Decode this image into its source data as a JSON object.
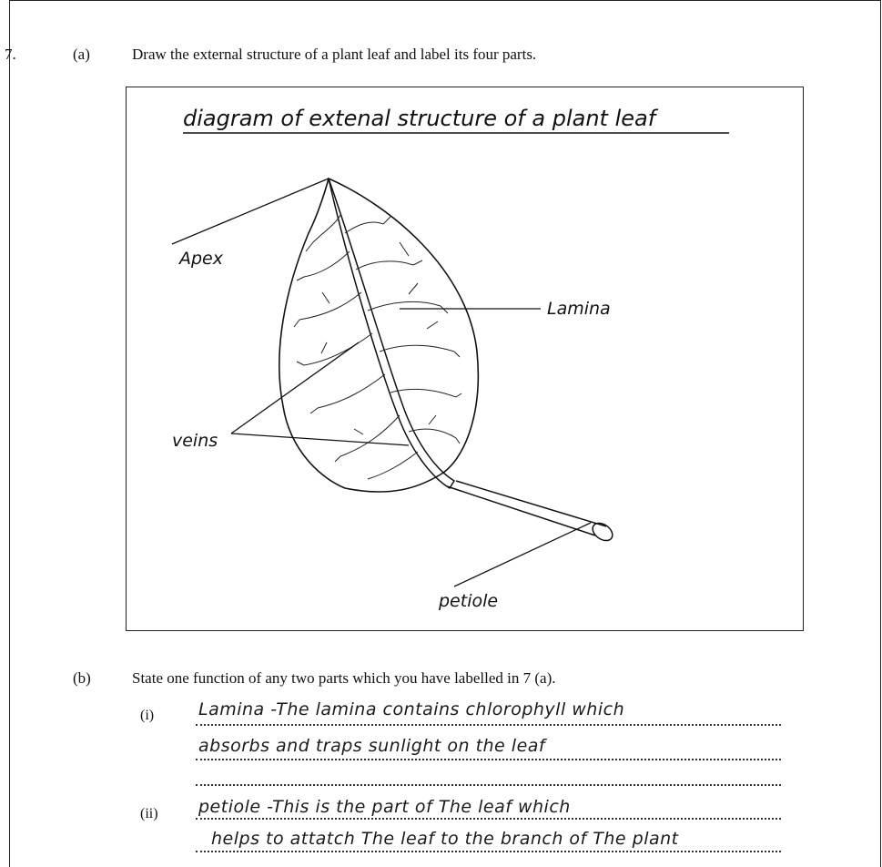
{
  "question": {
    "number": "7.",
    "part_a": {
      "label": "(a)",
      "text": "Draw the external structure of a plant leaf and label its four parts."
    },
    "diagram": {
      "title": "diagram of extenal structure of a plant leaf",
      "labels": {
        "apex": "Apex",
        "lamina": "Lamina",
        "veins": "veins",
        "petiole": "petiole"
      }
    },
    "part_b": {
      "label": "(b)",
      "text": "State one function of any two parts which you have labelled in 7 (a).",
      "answers": [
        {
          "numeral": "(i)",
          "lines": [
            "Lamina -The lamina contains chlorophyll which",
            "absorbs and traps sunlight on the leaf",
            ""
          ]
        },
        {
          "numeral": "(ii)",
          "lines": [
            "petiole -This is the part of The leaf which",
            "helps to attatch The leaf to the branch of The plant"
          ]
        }
      ]
    }
  }
}
